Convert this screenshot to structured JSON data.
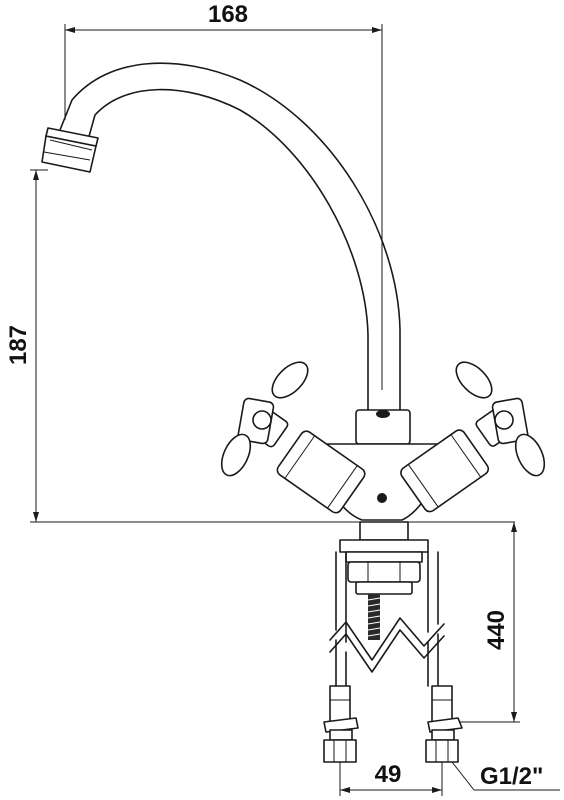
{
  "drawing": {
    "dimensions": {
      "spout_reach": "168",
      "spout_height": "187",
      "hose_length": "440",
      "hose_spacing": "49",
      "thread": "G1/2\""
    },
    "colors": {
      "line": "#1a1a1a",
      "background": "#ffffff"
    }
  }
}
